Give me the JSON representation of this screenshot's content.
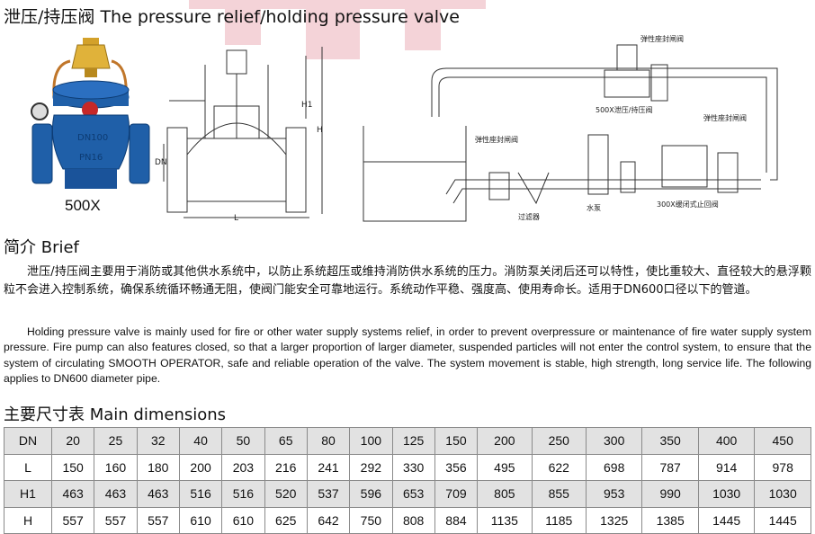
{
  "title": "泄压/持压阀 The pressure relief/holding pressure valve",
  "product_model": "500X",
  "valve_body_marks": [
    "DN100",
    "PN16"
  ],
  "drawing_labels": {
    "dim_h1": "H1",
    "dim_h": "H",
    "dim_dn": "DN",
    "dim_l": "L",
    "sys_valve_top": "弹性座封闸阀",
    "sys_main_valve": "500X泄压/持压阀",
    "sys_gate_left": "弹性座封闸阀",
    "sys_gate_right": "弹性座封闸阀",
    "sys_filter": "过滤器",
    "sys_pump": "水泵",
    "sys_check": "300X缓闭式止回阀"
  },
  "brief": {
    "heading": "简介 Brief",
    "chinese": "泄压/持压阀主要用于消防或其他供水系统中，以防止系统超压或维持消防供水系统的压力。消防泵关闭后还可以特性，使比重较大、直径较大的悬浮颗粒不会进入控制系统，确保系统循环畅通无阻，使阀门能安全可靠地运行。系统动作平稳、强度高、使用寿命长。适用于DN600口径以下的管道。",
    "english": "Holding pressure valve is mainly used for fire or other water supply systems relief, in order to prevent overpressure or maintenance of fire water supply system pressure. Fire pump can also features closed, so that a larger proportion of larger diameter, suspended particles will not enter the control system, to ensure that the system of circulating SMOOTH OPERATOR, safe and reliable operation of the valve. The system movement is stable, high strength, long service life. The following applies to DN600 diameter pipe."
  },
  "dimensions": {
    "heading": "主要尺寸表 Main dimensions",
    "rows": [
      {
        "label": "DN",
        "values": [
          "20",
          "25",
          "32",
          "40",
          "50",
          "65",
          "80",
          "100",
          "125",
          "150",
          "200",
          "250",
          "300",
          "350",
          "400",
          "450"
        ]
      },
      {
        "label": "L",
        "values": [
          "150",
          "160",
          "180",
          "200",
          "203",
          "216",
          "241",
          "292",
          "330",
          "356",
          "495",
          "622",
          "698",
          "787",
          "914",
          "978"
        ]
      },
      {
        "label": "H1",
        "values": [
          "463",
          "463",
          "463",
          "516",
          "516",
          "520",
          "537",
          "596",
          "653",
          "709",
          "805",
          "855",
          "953",
          "990",
          "1030",
          "1030"
        ]
      },
      {
        "label": "H",
        "values": [
          "557",
          "557",
          "557",
          "610",
          "610",
          "625",
          "642",
          "750",
          "808",
          "884",
          "1135",
          "1185",
          "1325",
          "1385",
          "1445",
          "1445"
        ]
      }
    ]
  },
  "colors": {
    "valve_body": "#1f5fa8",
    "pilot_brass": "#d3a12a",
    "handwheel": "#c62828",
    "watermark": "#c8102e",
    "table_shade": "#e2e2e2"
  }
}
